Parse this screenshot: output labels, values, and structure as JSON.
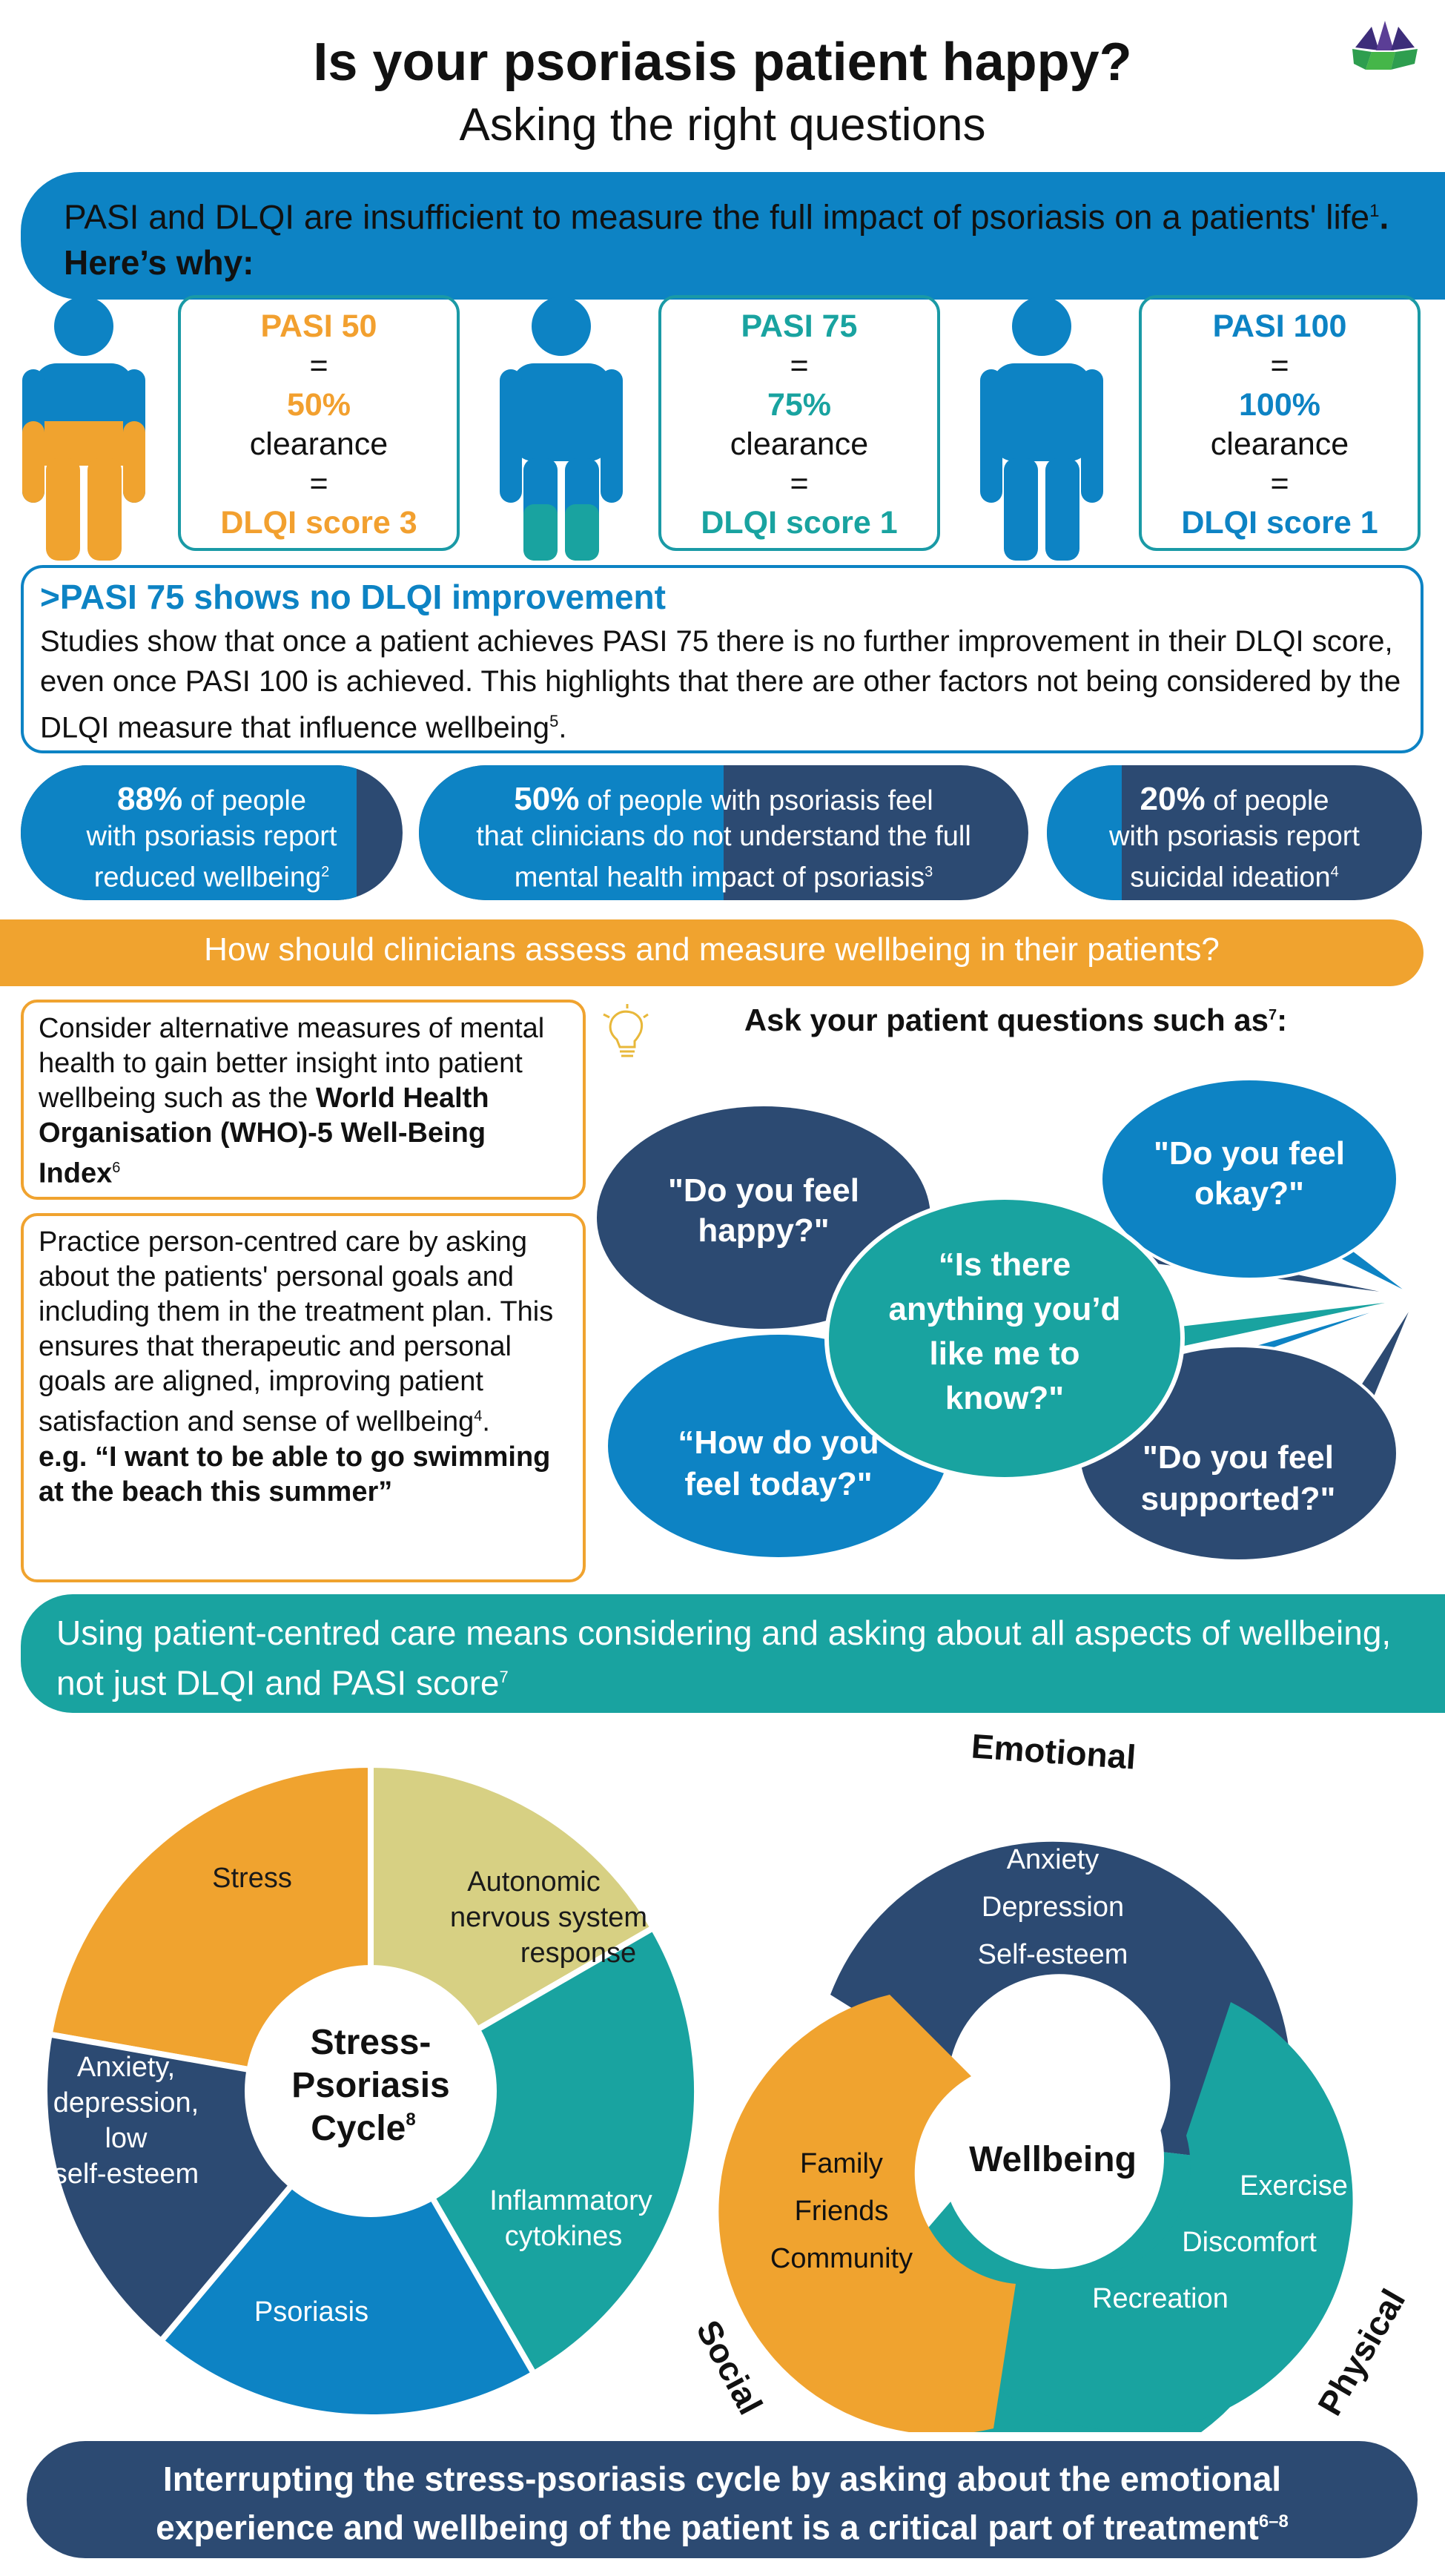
{
  "header": {
    "title": "Is your psoriasis patient happy?",
    "subtitle": "Asking the right questions"
  },
  "intro_banner": {
    "text": "PASI and DLQI are insufficient to measure the full impact of psoriasis on a patients' life",
    "ref": "1",
    "emphasis": ". Here’s why:"
  },
  "pasi_boxes": [
    {
      "heading": "PASI 50",
      "eq1": "=",
      "percent": "50%",
      "clearance": "clearance",
      "eq2": "=",
      "score": "DLQI score 3",
      "color": "#f2a02f"
    },
    {
      "heading": "PASI 75",
      "eq1": "=",
      "percent": "75%",
      "clearance": "clearance",
      "eq2": "=",
      "score": "DLQI score 1",
      "color": "#19a3a0"
    },
    {
      "heading": "PASI 100",
      "eq1": "=",
      "percent": "100%",
      "clearance": "clearance",
      "eq2": "=",
      "score": "DLQI score 1",
      "color": "#0d83c4"
    }
  ],
  "no_improvement": {
    "heading": ">PASI 75 shows no DLQI improvement",
    "body": "Studies show that once a patient achieves PASI 75 there is no further improvement in their DLQI score, even once PASI 100 is achieved. This highlights that there are other factors not being considered by the DLQI measure that influence wellbeing",
    "ref": "5",
    "end": "."
  },
  "stats": [
    {
      "value": "88%",
      "line1": " of people",
      "line2": "with psoriasis report",
      "line3": "reduced wellbeing",
      "ref": "2",
      "fraction": 0.88
    },
    {
      "value": "50%",
      "line1": " of people with psoriasis feel",
      "line2": "that clinicians do not understand the full",
      "line3": "mental health impact of psoriasis",
      "ref": "3",
      "fraction": 0.5
    },
    {
      "value": "20%",
      "line1": " of people",
      "line2": "with psoriasis report",
      "line3": "suicidal ideation",
      "ref": "4",
      "fraction": 0.2
    }
  ],
  "assess_banner": "How should clinicians assess and measure wellbeing in their patients?",
  "consider_box": {
    "text": "Consider alternative measures of mental health to gain better insight into patient wellbeing such as the",
    "bold": "World Health Organisation (WHO)-5 Well-Being Index",
    "ref": "6"
  },
  "practice_box": {
    "text": "Practice person-centred care by asking about the patients' personal goals and including them in the treatment plan. This ensures that therapeutic and personal goals are aligned, improving patient satisfaction and sense of wellbeing",
    "ref": "4",
    "end": ".",
    "example": "e.g. “I want to be able to go swimming at the beach this summer”"
  },
  "questions": {
    "heading": "Ask your patient questions such as",
    "heading_ref": "7",
    "heading_end": ":",
    "bubbles": [
      "\"Do you feel happy?\"",
      "\"Do you feel okay?\"",
      "“Is there anything you’d like me to know?\"",
      "“How do you feel today?\"",
      "\"Do you feel supported?\""
    ]
  },
  "patient_centred_banner": {
    "text": "Using patient-centred care means considering and asking about all aspects of wellbeing, not just DLQI and PASI score",
    "ref": "7"
  },
  "cycle": {
    "center": [
      "Stress-",
      "Psoriasis",
      "Cycle"
    ],
    "center_ref": "8",
    "segments": [
      "Stress",
      "Autonomic nervous system response",
      "Inflammatory cytokines",
      "Psoriasis",
      "Anxiety, depression, low self-esteem"
    ],
    "colors": [
      "#f0a32f",
      "#d7d083",
      "#19a3a0",
      "#0d83c4",
      "#2c4a72"
    ]
  },
  "wellbeing": {
    "center": "Wellbeing",
    "emotional": {
      "label": "Emotional",
      "items": [
        "Anxiety",
        "Depression",
        "Self-esteem"
      ]
    },
    "social": {
      "label": "Social",
      "items": [
        "Family",
        "Friends",
        "Community"
      ]
    },
    "physical": {
      "label": "Physical",
      "items": [
        "Exercise",
        "Discomfort",
        "Recreation"
      ]
    }
  },
  "footer": {
    "line1": "Interrupting the stress-psoriasis cycle by asking about the emotional",
    "line2": "experience and wellbeing of the patient is a critical part of treatment",
    "ref": "6–8"
  }
}
